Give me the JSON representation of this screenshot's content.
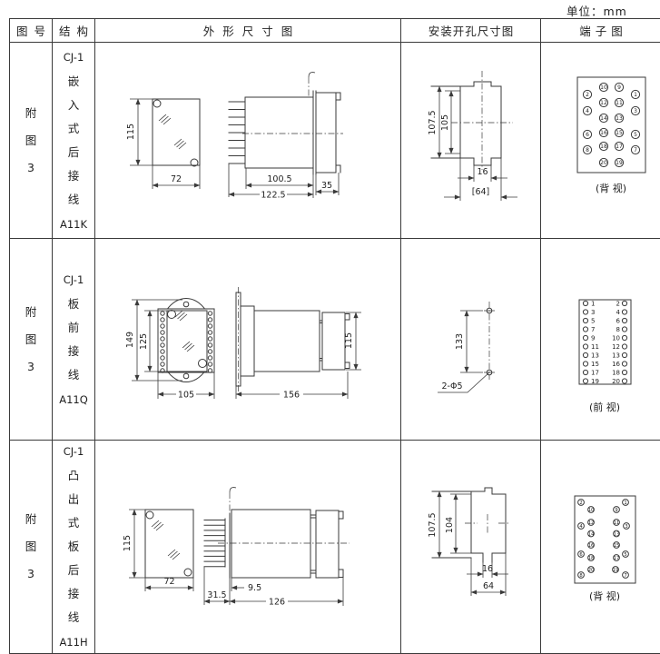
{
  "unit_label": "单位：mm",
  "header": {
    "fig_no": "图号",
    "structure": "结构",
    "outline": "外形尺寸图",
    "install": "安装开孔尺寸图",
    "terminal": "端子图"
  },
  "rows": [
    {
      "fig_no": "附图3",
      "structure": {
        "model": "CJ-1",
        "mount": "嵌入式后接线",
        "code": "A11K"
      },
      "outline": {
        "front_h": "115",
        "front_w": "72",
        "depth": "100.5",
        "total_depth": "122.5",
        "panel_depth": "35"
      },
      "install": {
        "v1": "107.5",
        "v2": "105",
        "w_slot": "16",
        "w_open": "[64]"
      },
      "terminal": {
        "view": "(背 视)",
        "outer_left": [
          "2",
          "4",
          "6",
          "8"
        ],
        "inner_left": [
          "10",
          "12",
          "14",
          "16",
          "18",
          "20"
        ],
        "inner_right": [
          "9",
          "11",
          "13",
          "15",
          "17",
          "19"
        ],
        "outer_right": [
          "1",
          "3",
          "5",
          "7"
        ]
      }
    },
    {
      "fig_no": "附图3",
      "structure": {
        "model": "CJ-1",
        "mount": "板前接线",
        "code": "A11Q"
      },
      "outline": {
        "front_h1": "149",
        "front_h2": "125",
        "front_w": "105",
        "depth": "156",
        "side_h": "115"
      },
      "install": {
        "v1": "133",
        "holes": "2-Φ5"
      },
      "terminal": {
        "view": "(前 视)",
        "left": [
          "1",
          "3",
          "5",
          "7",
          "9",
          "11",
          "13",
          "15",
          "17",
          "19"
        ],
        "right": [
          "2",
          "4",
          "6",
          "8",
          "10",
          "12",
          "13",
          "16",
          "18",
          "20"
        ]
      }
    },
    {
      "fig_no": "附图3",
      "structure": {
        "model": "CJ-1",
        "mount": "凸出式板后接线",
        "code": "A11H"
      },
      "outline": {
        "front_h": "115",
        "front_w": "72",
        "pin_len": "9.5",
        "panel_gap": "31.5",
        "depth": "126"
      },
      "install": {
        "v1": "107.5",
        "v2": "104",
        "w_slot": "16",
        "w_open": "64"
      },
      "terminal": {
        "view": "(背 视)",
        "outer_left": [
          "2",
          "4",
          "6",
          "8"
        ],
        "inner_left": [
          "10",
          "12",
          "14",
          "16",
          "18",
          "20"
        ],
        "inner_right": [
          "9",
          "11",
          "13",
          "15",
          "17",
          "19"
        ],
        "outer_right": [
          "1",
          "3",
          "5",
          "7"
        ]
      }
    }
  ]
}
